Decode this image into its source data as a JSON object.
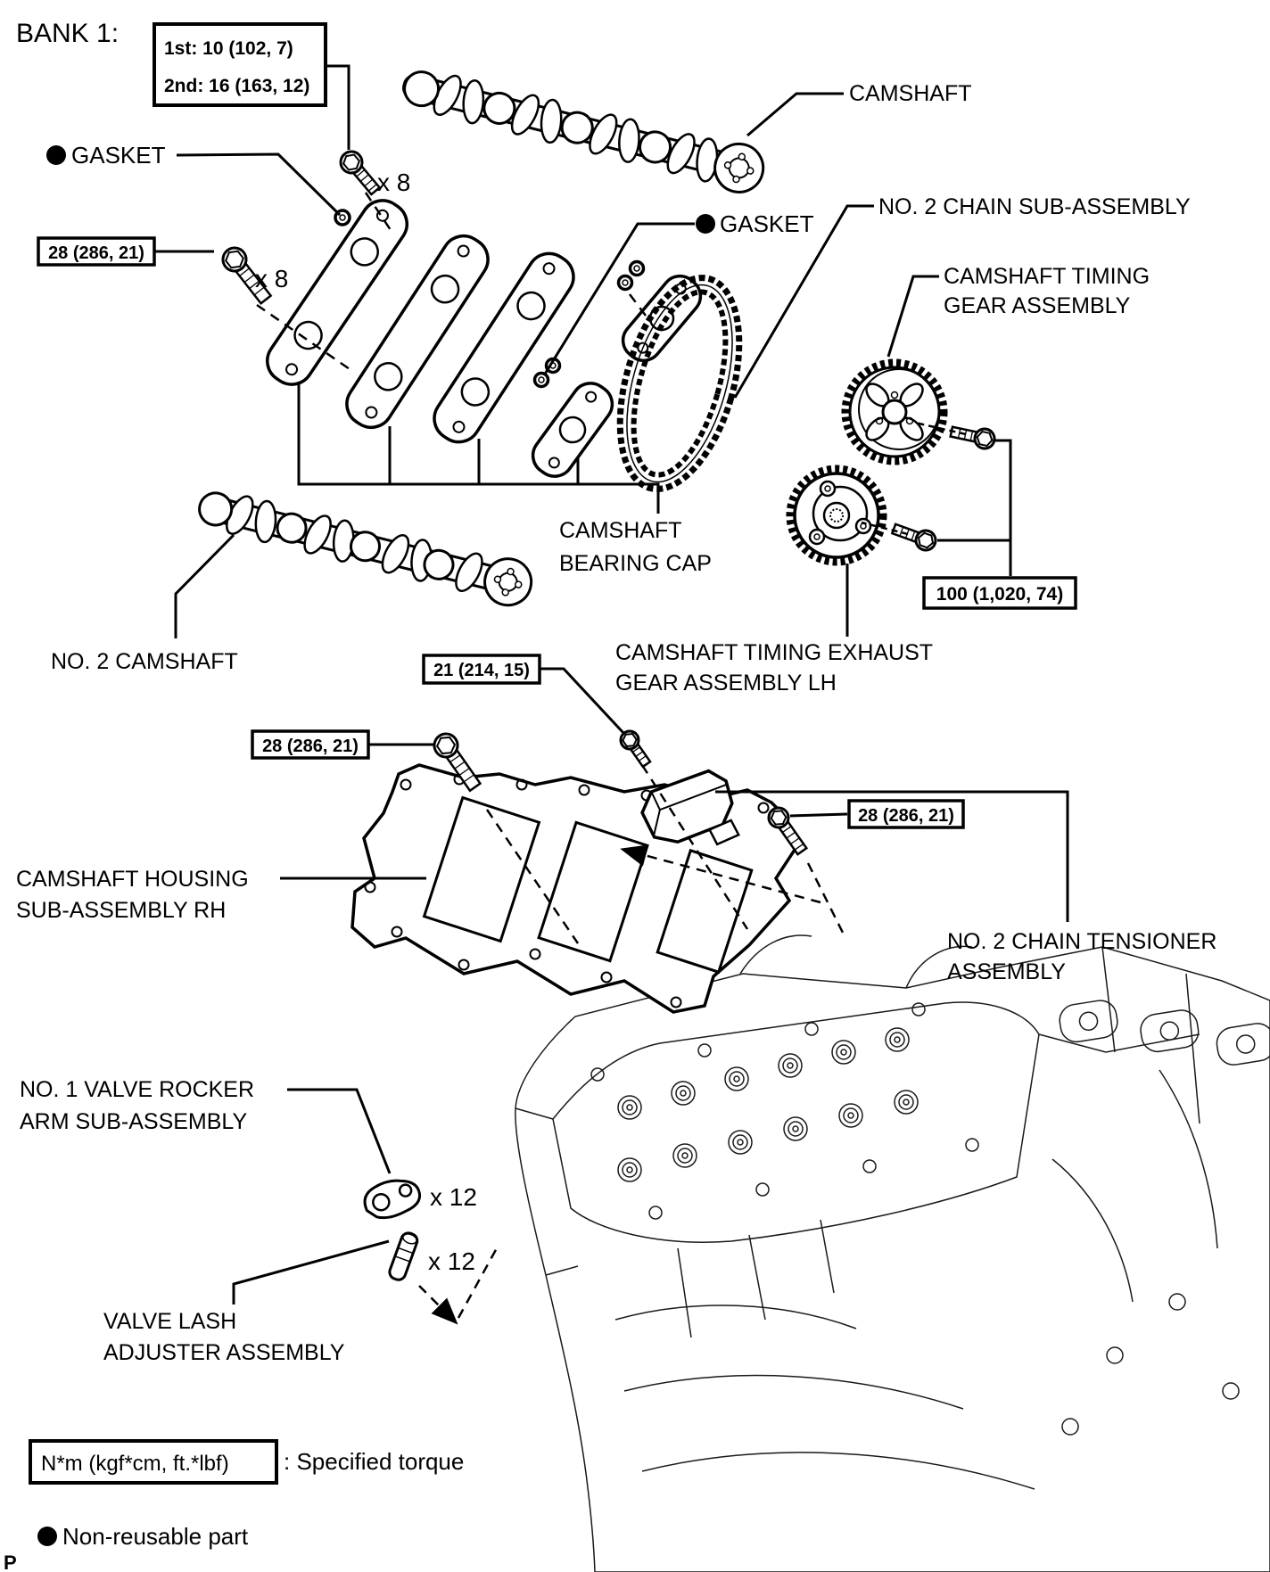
{
  "title": {
    "bank": "BANK 1:",
    "page_marker": "P"
  },
  "torque_boxes": {
    "camshaft_bearing_bolts": {
      "line1": "1st: 10 (102, 7)",
      "line2": "2nd: 16 (163, 12)"
    },
    "housing_bolt_upper_left": "28 (286, 21)",
    "housing_bolt_center": "21 (214, 15)",
    "housing_bolt_left": "28 (286, 21)",
    "housing_bolt_right": "28 (286, 21)",
    "timing_gear_bolts": "100 (1,020, 74)"
  },
  "labels": {
    "camshaft": "CAMSHAFT",
    "gasket_upper": "GASKET",
    "gasket_center": "GASKET",
    "chain": "NO. 2 CHAIN SUB-ASSEMBLY",
    "timing_gear_line1": "CAMSHAFT TIMING",
    "timing_gear_line2": "GEAR ASSEMBLY",
    "bearing_cap_line1": "CAMSHAFT",
    "bearing_cap_line2": "BEARING CAP",
    "no2_camshaft": "NO. 2 CAMSHAFT",
    "exhaust_gear_line1": "CAMSHAFT TIMING EXHAUST",
    "exhaust_gear_line2": "GEAR ASSEMBLY LH",
    "housing_line1": "CAMSHAFT HOUSING",
    "housing_line2": "SUB-ASSEMBLY RH",
    "tensioner_line1": "NO. 2 CHAIN TENSIONER",
    "tensioner_line2": "ASSEMBLY",
    "rocker_line1": "NO. 1 VALVE ROCKER",
    "rocker_line2": "ARM SUB-ASSEMBLY",
    "lash_line1": "VALVE LASH",
    "lash_line2": "ADJUSTER ASSEMBLY"
  },
  "quantities": {
    "bolts_upper": "x 8",
    "bolts_left": "x 8",
    "rockers": "x 12",
    "adjusters": "x 12"
  },
  "legend": {
    "torque_unit": "N*m (kgf*cm, ft.*lbf)",
    "torque_caption": ": Specified torque",
    "non_reusable": "Non-reusable part"
  },
  "colors": {
    "ink": "#000000",
    "paper": "#ffffff"
  }
}
